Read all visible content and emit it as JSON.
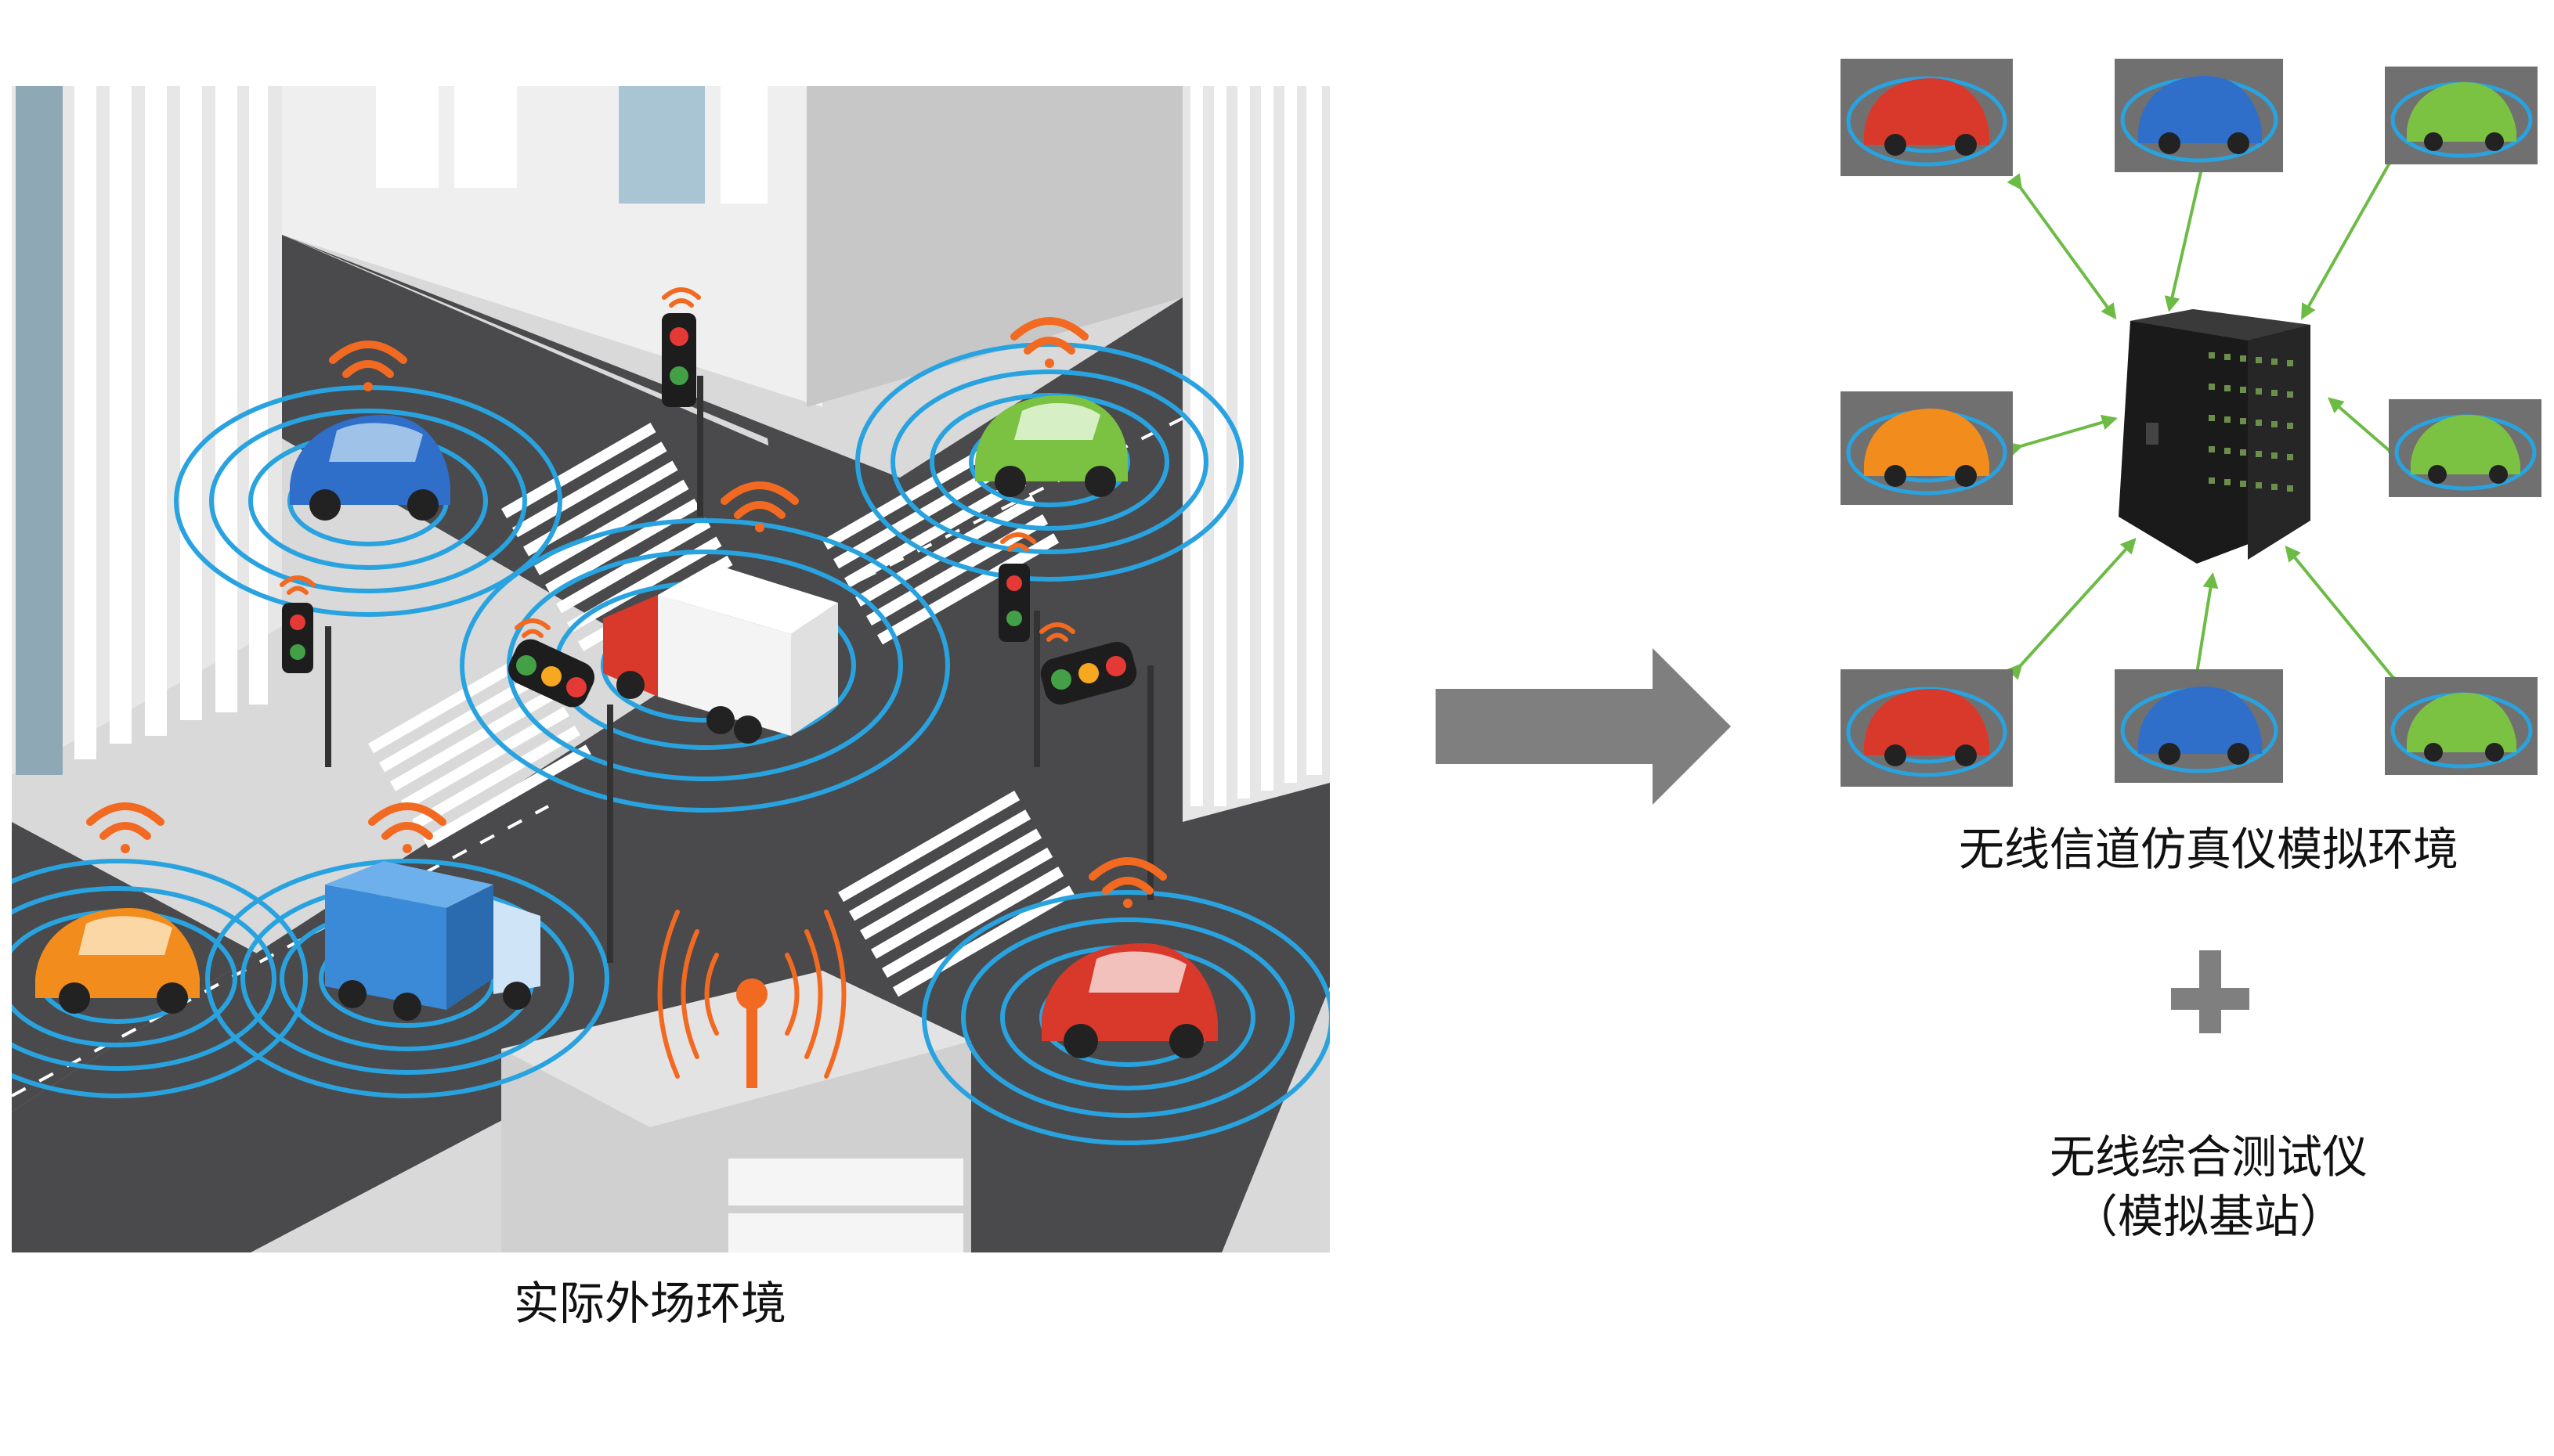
{
  "left_scene": {
    "caption": "实际外场环境"
  },
  "right_scene": {
    "emulator_caption": "无线信道仿真仪模拟环境",
    "plus_symbol": "plus-icon",
    "tester_caption_line1": "无线综合测试仪",
    "tester_caption_line2": "（模拟基站）"
  },
  "colors": {
    "road": "#4a4a4c",
    "pavement": "#d4d4d4",
    "signal_ring": "#29a3e0",
    "wifi": "#f26a21",
    "arrow": "#7f7f7f",
    "link_arrow": "#6cbb45",
    "car_red": "#d9392b",
    "car_blue": "#2f6fc9",
    "car_green": "#7cc242",
    "car_orange": "#f28c1c"
  }
}
